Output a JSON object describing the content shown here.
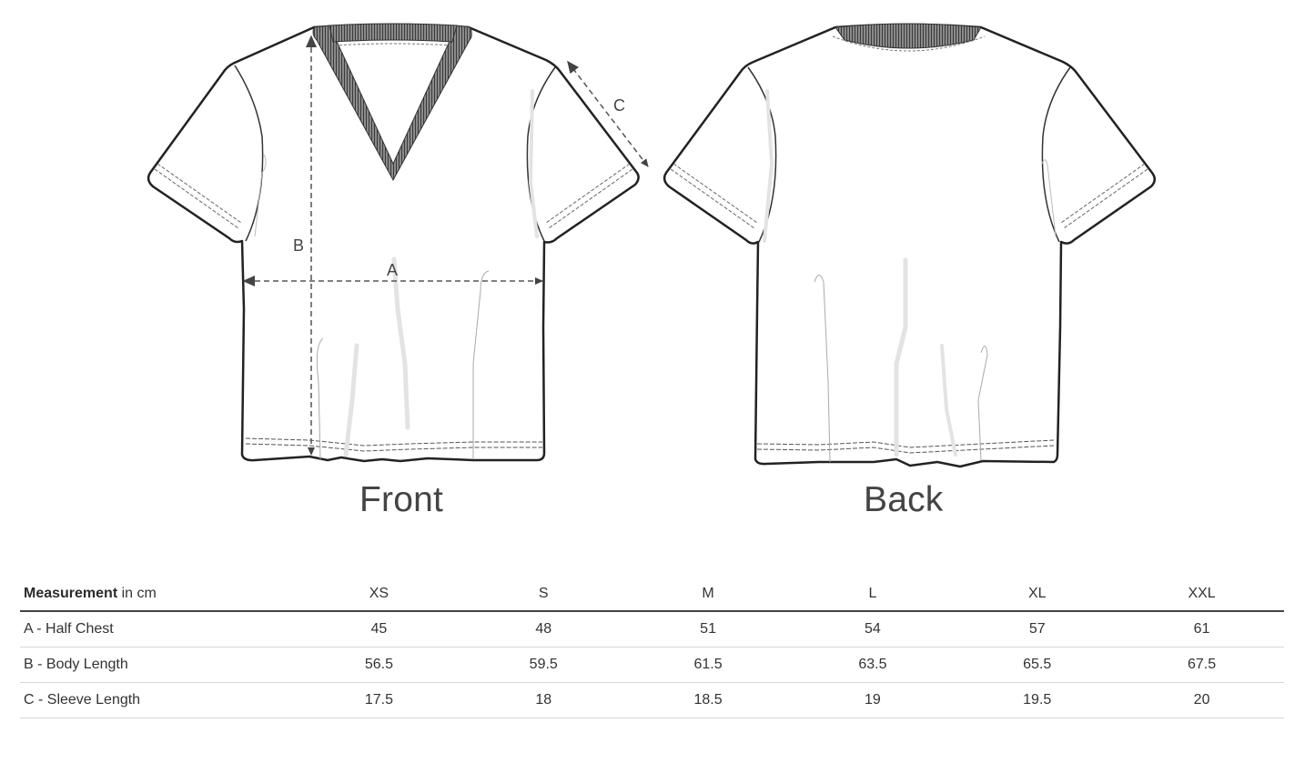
{
  "figure": {
    "views": [
      {
        "id": "front",
        "label": "Front"
      },
      {
        "id": "back",
        "label": "Back"
      }
    ],
    "dimension_markers": {
      "A": "A",
      "B": "B",
      "C": "C"
    },
    "colors": {
      "outline": "#222222",
      "dashed_guide": "#555555",
      "rib": "#5a5a5a",
      "fold_shadow": "#e3e3e3"
    }
  },
  "table": {
    "header": {
      "label_strong": "Measurement",
      "label_unit": " in cm",
      "sizes": [
        "XS",
        "S",
        "M",
        "L",
        "XL",
        "XXL"
      ]
    },
    "rows": [
      {
        "label": "A - Half Chest",
        "values": [
          "45",
          "48",
          "51",
          "54",
          "57",
          "61"
        ]
      },
      {
        "label": "B - Body Length",
        "values": [
          "56.5",
          "59.5",
          "61.5",
          "63.5",
          "65.5",
          "67.5"
        ]
      },
      {
        "label": "C - Sleeve Length",
        "values": [
          "17.5",
          "18",
          "18.5",
          "19",
          "19.5",
          "20"
        ]
      }
    ]
  }
}
